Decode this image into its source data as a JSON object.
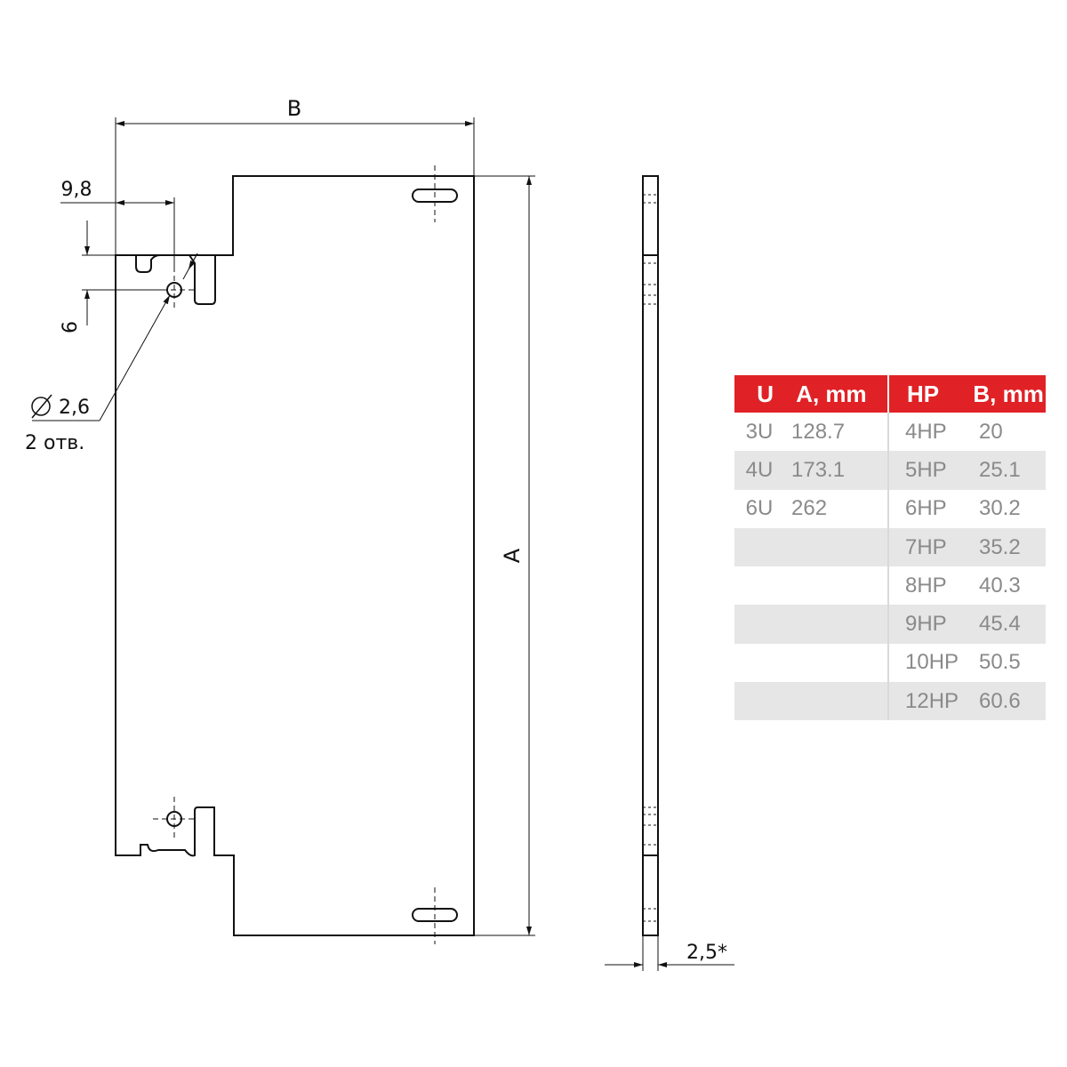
{
  "drawing": {
    "dim_width_label": "B",
    "dim_height_label": "A",
    "dim_offset": "9,8",
    "dim_vertical": "6",
    "hole_diameter": "2,6",
    "hole_count": "2 отв.",
    "thickness": "2,5*"
  },
  "table": {
    "headers": {
      "u": "U",
      "a": "A, mm",
      "hp": "HP",
      "b": "B, mm"
    },
    "rows": [
      {
        "u": "3U",
        "a": "128.7",
        "hp": "4HP",
        "b": "20"
      },
      {
        "u": "4U",
        "a": "173.1",
        "hp": "5HP",
        "b": "25.1"
      },
      {
        "u": "6U",
        "a": "262",
        "hp": "6HP",
        "b": "30.2"
      },
      {
        "u": "",
        "a": "",
        "hp": "7HP",
        "b": "35.2"
      },
      {
        "u": "",
        "a": "",
        "hp": "8HP",
        "b": "40.3"
      },
      {
        "u": "",
        "a": "",
        "hp": "9HP",
        "b": "45.4"
      },
      {
        "u": "",
        "a": "",
        "hp": "10HP",
        "b": "50.5"
      },
      {
        "u": "",
        "a": "",
        "hp": "12HP",
        "b": "60.6"
      }
    ],
    "colors": {
      "header_bg": "#e02226",
      "header_text": "#ffffff",
      "cell_text": "#8a8a8a",
      "shade": "#e6e6e6"
    }
  }
}
